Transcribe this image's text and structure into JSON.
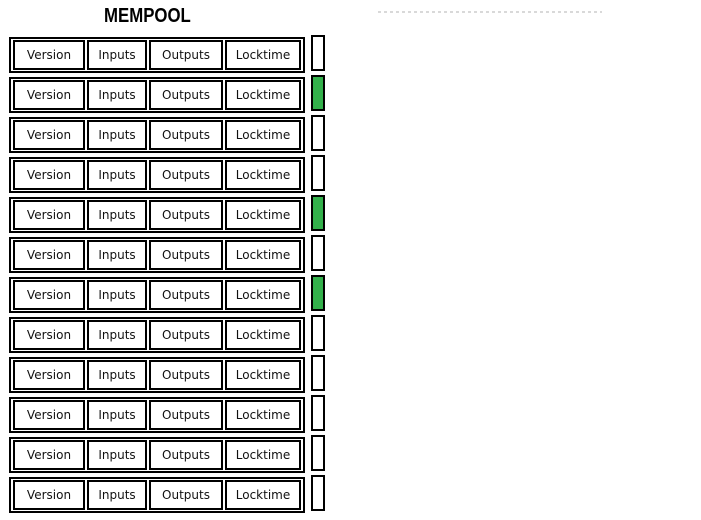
{
  "title": "MEMPOOL",
  "colors": {
    "border": "#000000",
    "green": "#33b14b",
    "white": "#ffffff",
    "dashed_line": "#d9d9d9"
  },
  "field_labels": [
    "Version",
    "Inputs",
    "Outputs",
    "Locktime"
  ],
  "transactions": [
    {
      "status_color": "white"
    },
    {
      "status_color": "green"
    },
    {
      "status_color": "white"
    },
    {
      "status_color": "white"
    },
    {
      "status_color": "green"
    },
    {
      "status_color": "white"
    },
    {
      "status_color": "green"
    },
    {
      "status_color": "white"
    },
    {
      "status_color": "white"
    },
    {
      "status_color": "white"
    },
    {
      "status_color": "white"
    },
    {
      "status_color": "white"
    }
  ]
}
